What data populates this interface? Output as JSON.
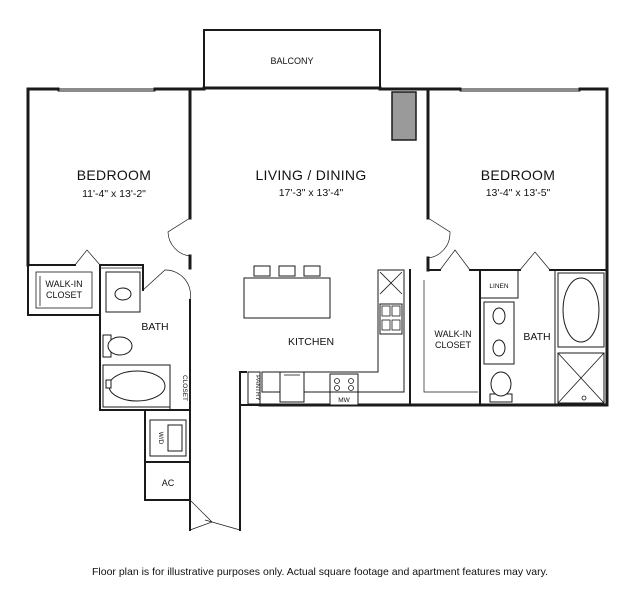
{
  "rooms": {
    "balcony": "BALCONY",
    "bedroom_left": "BEDROOM",
    "bedroom_left_dims": "11'-4\" x 13'-2\"",
    "living": "LIVING / DINING",
    "living_dims": "17'-3\" x 13'-4\"",
    "bedroom_right": "BEDROOM",
    "bedroom_right_dims": "13'-4\" x 13'-5\"",
    "walkin_left_line1": "WALK-IN",
    "walkin_left_line2": "CLOSET",
    "bath_left": "BATH",
    "closet_vertical": "CLOSET",
    "wd": "W/D",
    "ac": "AC",
    "kitchen": "KITCHEN",
    "pantry": "PANTRY",
    "mw": "MW",
    "walkin_right_line1": "WALK-IN",
    "walkin_right_line2": "CLOSET",
    "linen": "LINEN",
    "bath_right": "BATH"
  },
  "caption": "Floor plan is for illustrative purposes only.  Actual square footage and apartment features may vary.",
  "colors": {
    "wall": "#1a1a1a",
    "column_fill": "#9a9a9a",
    "background": "#ffffff"
  }
}
